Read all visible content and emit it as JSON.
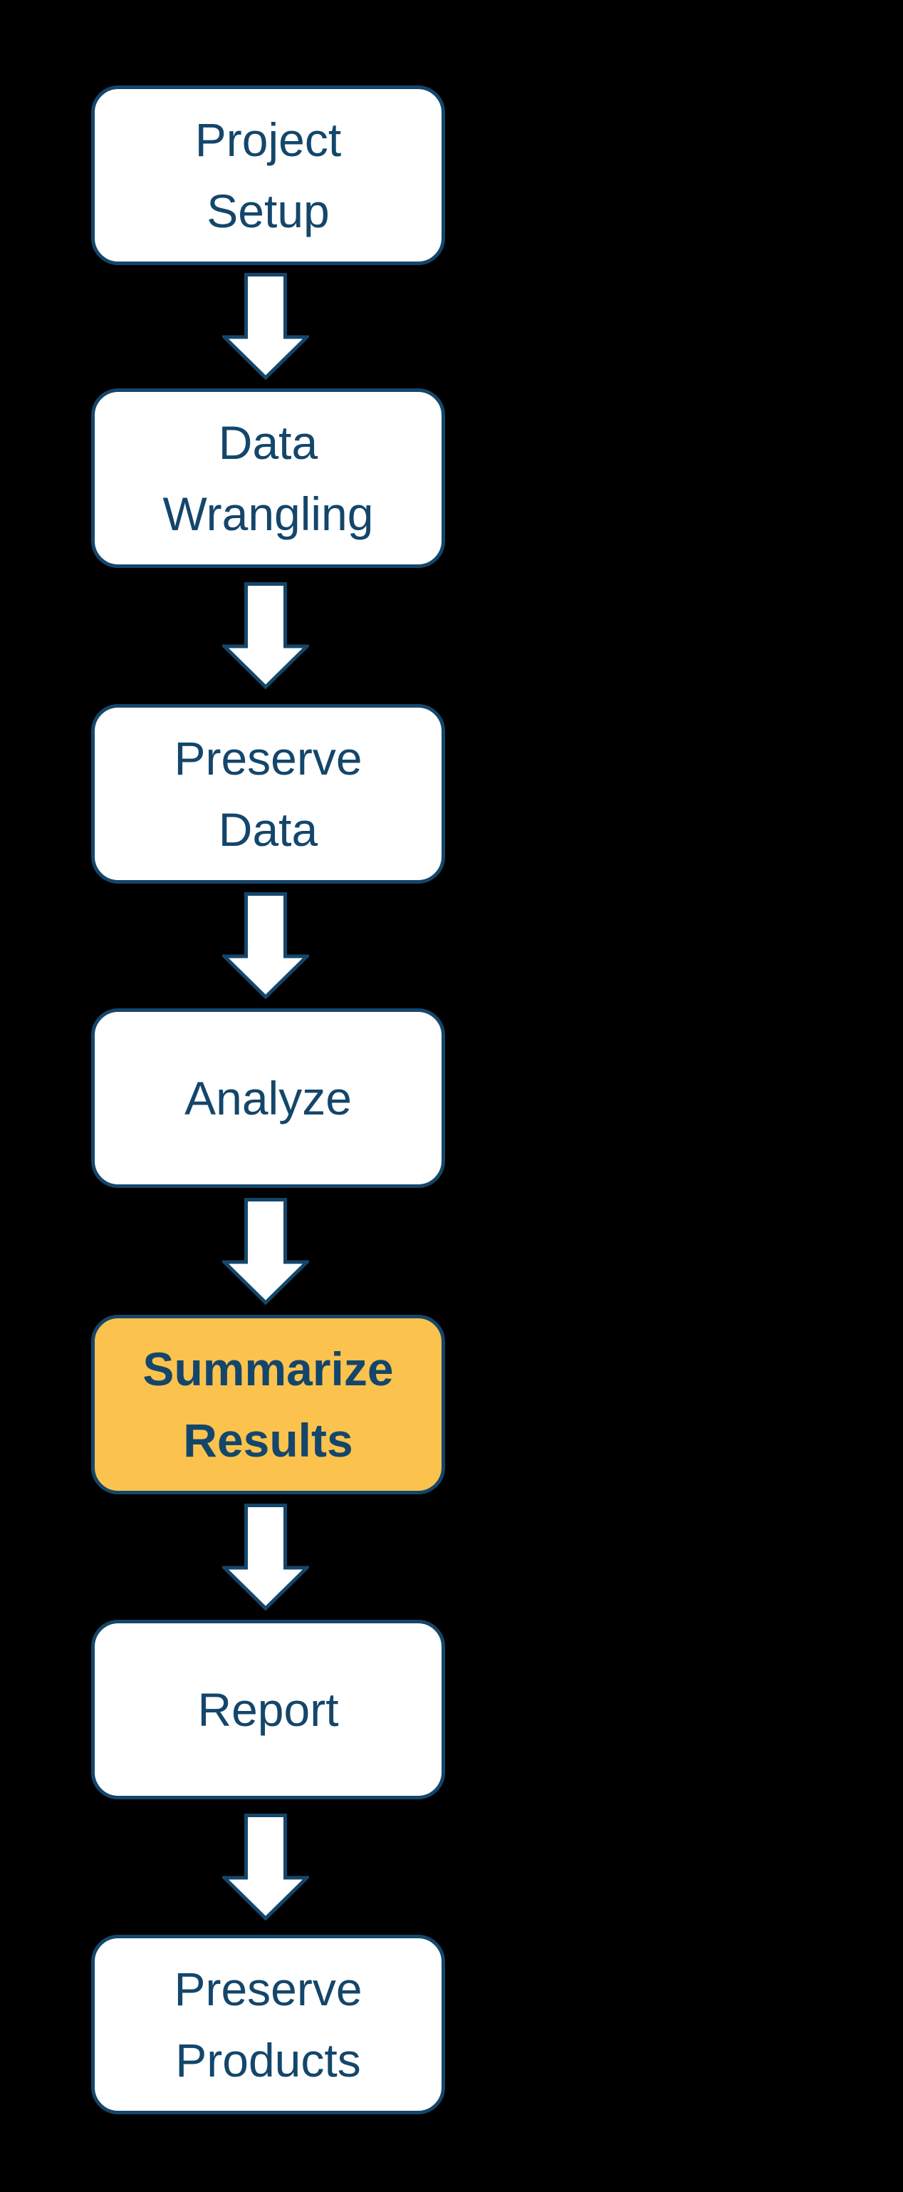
{
  "diagram": {
    "type": "flowchart",
    "direction": "top-to-bottom",
    "steps": [
      {
        "label": "Project\nSetup",
        "highlighted": false
      },
      {
        "label": "Data\nWrangling",
        "highlighted": false
      },
      {
        "label": "Preserve\nData",
        "highlighted": false
      },
      {
        "label": "Analyze",
        "highlighted": false
      },
      {
        "label": "Summarize\nResults",
        "highlighted": true
      },
      {
        "label": "Report",
        "highlighted": false
      },
      {
        "label": "Preserve\nProducts",
        "highlighted": false
      }
    ],
    "connector_icon": "down-arrow-icon",
    "connector_count": 6,
    "colors": {
      "background": "#000000",
      "node_fill": "#FFFFFF",
      "node_border": "#14466B",
      "node_text": "#14466B",
      "highlight_fill": "#FBC34D",
      "arrow_fill": "#FFFFFF",
      "arrow_outline": "#14466B"
    }
  }
}
